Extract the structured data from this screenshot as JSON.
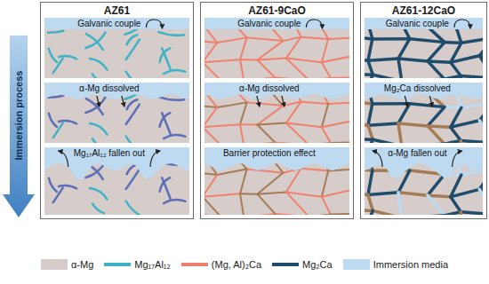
{
  "diagram": {
    "nodes": [
      {
        "text": [
          "Immersion process"
        ]
      },
      {
        "text": [
          "AZ61"
        ]
      },
      {
        "text": [
          "AZ61-9CaO"
        ]
      },
      {
        "text": [
          "AZ61-12CaO"
        ]
      }
    ],
    "labels": [
      "Galvanic couple",
      "α-Mg dissolved",
      "Mg₁₇Al₁₂ fallen out",
      "Galvanic couple",
      "α-Mg dissolved",
      "Barrier protection effect",
      "Galvanic couple",
      "Mg₂Ca dissolved",
      "α-Mg fallen out"
    ],
    "legend": [
      {
        "text": "α-Mg",
        "color": "#d6cdca"
      },
      {
        "text": "Mg₁₇Al₁₂",
        "color": "#3fb3c6"
      },
      {
        "text": "(Mg, Al)₂Ca",
        "color": "#ef806d"
      },
      {
        "text": "Mg₂Ca",
        "color": "#1f4c6c"
      },
      {
        "text": "Immersion media",
        "color": "#bddaf1"
      }
    ]
  }
}
